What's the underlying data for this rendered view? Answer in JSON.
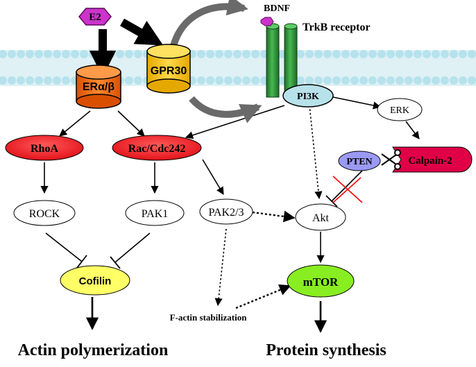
{
  "labels": {
    "e2": "E2",
    "bdnf": "BDNF",
    "trkb": "TrkB receptor",
    "gpr30": "GPR30",
    "er": "ERα/β",
    "pi3k": "PI3K",
    "erk": "ERK",
    "rhoa": "RhoA",
    "rac": "Rac/Cdc242",
    "pten": "PTEN",
    "calpain": "Calpain-2",
    "rock": "ROCK",
    "pak1": "PAK1",
    "pak23": "PAK2/3",
    "akt": "Akt",
    "cofilin": "Cofilin",
    "mtor": "mTOR",
    "factin": "F-actin stabilization",
    "actin_poly": "Actin polymerization",
    "protein_syn": "Protein synthesis"
  },
  "colors": {
    "membrane_fill": "#d6eef3",
    "membrane_head": "#b5e2ec",
    "e2_fill": "#cc33cc",
    "er_fill": "#f46a10",
    "gpr30_fill": "#f8c400",
    "receptor_fill": "#2f9a3a",
    "pi3k_fill": "#b8e2ea",
    "red_node": "#ee1c24",
    "pten_fill": "#9a9af5",
    "calpain_fill": "#e00047",
    "cofilin_fill": "#ffff66",
    "mtor_fill": "#88ee22",
    "inhibit_cross": "#ff0000"
  }
}
